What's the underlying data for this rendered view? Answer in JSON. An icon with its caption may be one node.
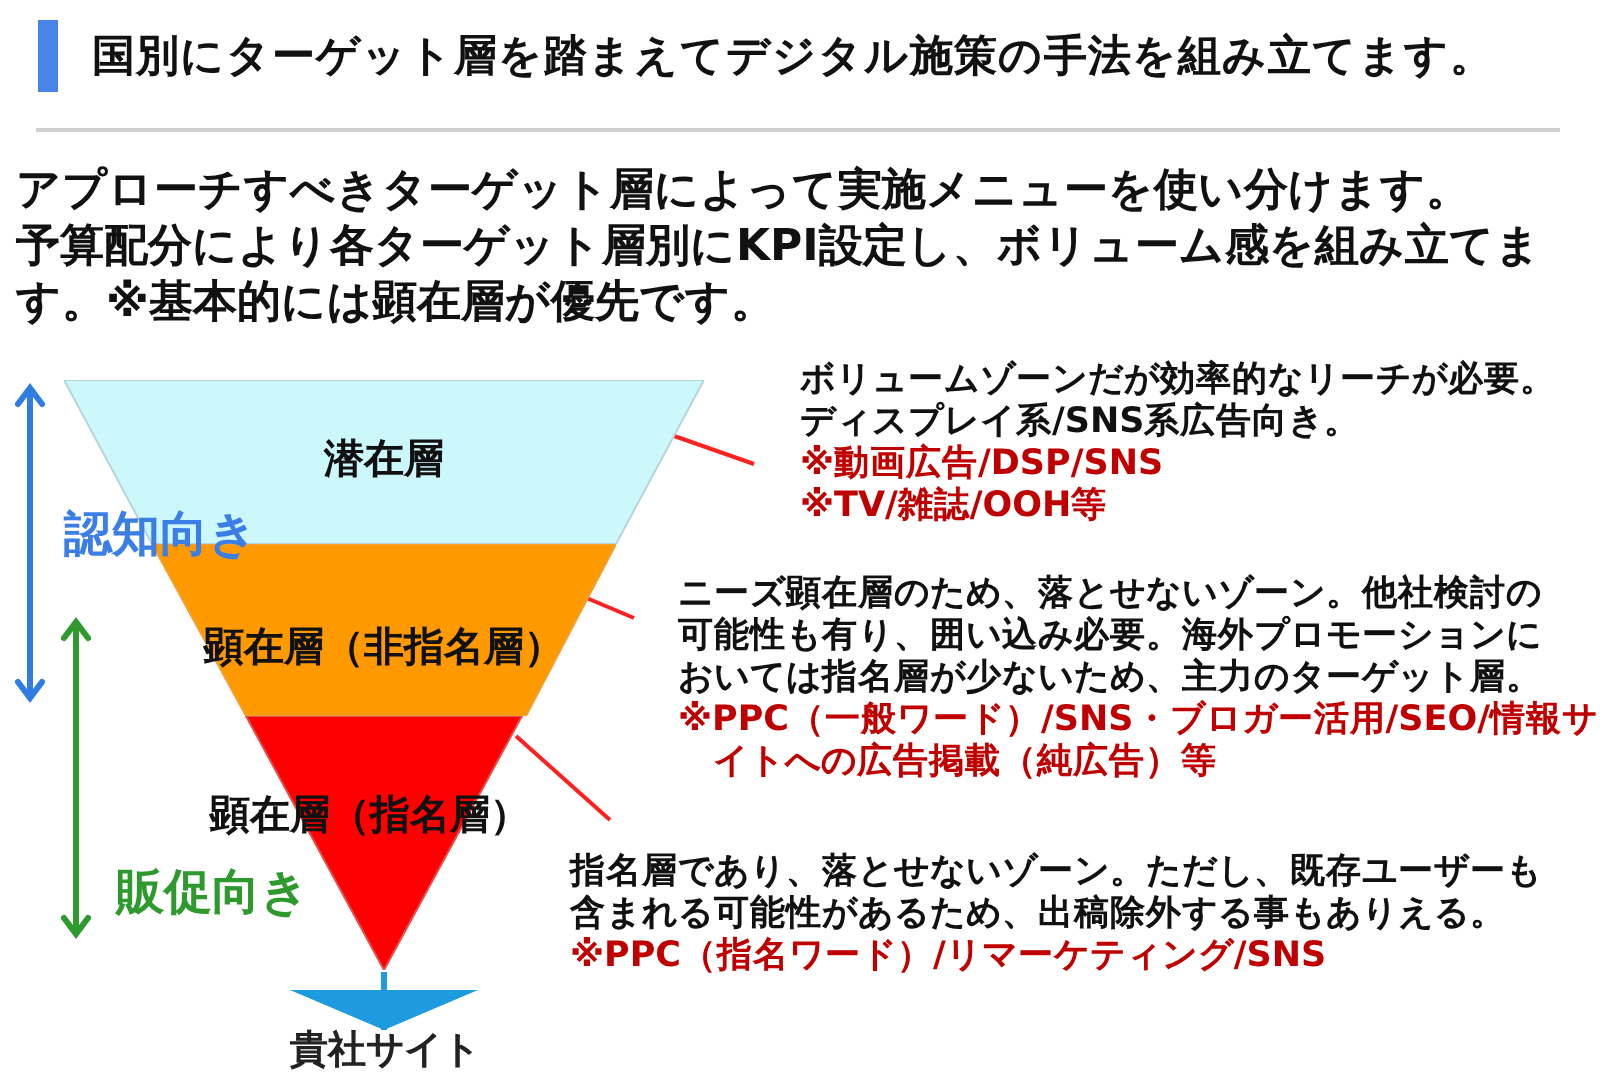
{
  "diagram": {
    "title": "国別にターゲット層を踏まえてデジタル施策の手法を組み立てます。",
    "nodes": [
      {
        "text": [
          "潜在層"
        ]
      },
      {
        "text": [
          "顕在層（非指名層）"
        ]
      },
      {
        "text": [
          "顕在層（指名層）"
        ]
      },
      {
        "text": [
          "ボリュームゾーンだが効率的なリーチが必要。ディスプレイ系/SNS系広告向き。",
          "※動画広告/DSP/SNS",
          "※TV/雑誌/OOH等"
        ]
      },
      {
        "text": [
          "ニーズ顕在層のため、落とせないゾーン。他社検討の可能性も有り、囲い込み必要。海外プロモーションにおいては指名層が少ないため、主力のターゲット層。",
          "※PPC（一般ワード）/SNS・ブロガー活用/SEO/情報サイトへの広告掲載（純広告）等"
        ]
      },
      {
        "text": [
          "指名層であり、落とせないゾーン。ただし、既存ユーザーも含まれる可能性があるため、出稿除外する事もありえる。",
          "※PPC（指名ワード）/リマーケティング/SNS"
        ]
      },
      {
        "text": [
          "貴社サイト"
        ]
      }
    ],
    "edges": [
      {
        "from": 0,
        "to": 3,
        "arrow": "none"
      },
      {
        "from": 1,
        "to": 4,
        "arrow": "none"
      },
      {
        "from": 2,
        "to": 5,
        "arrow": "none"
      },
      {
        "from": 2,
        "to": 6,
        "arrow": "to",
        "color": "#1e9be0"
      }
    ],
    "labels": [
      "アプローチすべきターゲット層によって実施メニューを使い分けます。",
      "予算配分により各ターゲット層別にKPI設定し、ボリューム感を組み立てます。※基本的には顕在層が優先です。",
      "認知向き",
      "販促向き"
    ]
  }
}
